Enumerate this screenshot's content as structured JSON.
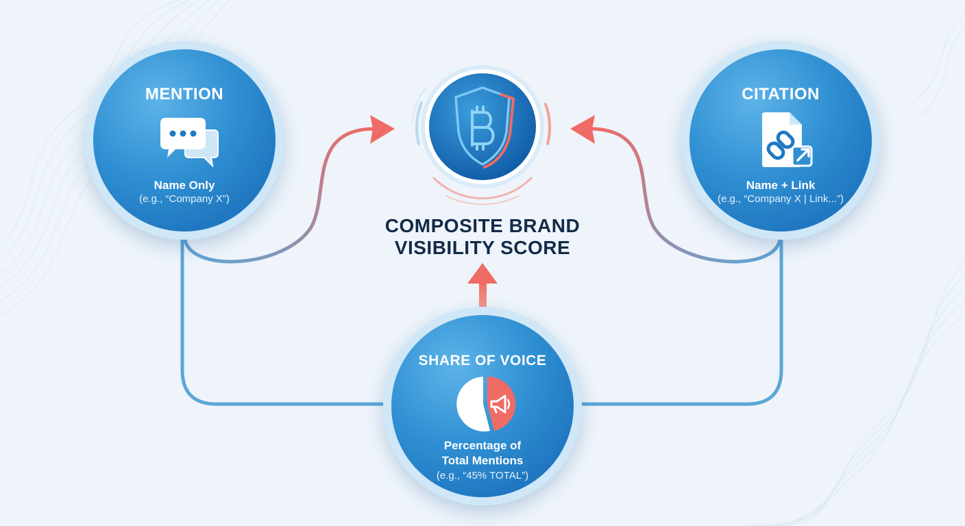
{
  "colors": {
    "node_light": "#5db3e8",
    "node_mid": "#2f8fd2",
    "node_dark": "#1565b4",
    "node_ring": "#cfe7f7",
    "connector_blue": "#5ba6d8",
    "arrow_red": "#ef6b65",
    "title_navy": "#142a48"
  },
  "center": {
    "title_line1": "COMPOSITE BRAND",
    "title_line2": "VISIBILITY SCORE",
    "emblem_icon": "bitcoin-shield-icon"
  },
  "nodes": {
    "mention": {
      "title": "MENTION",
      "label": "Name Only",
      "example": "(e.g., “Company X”)",
      "icon": "chat-bubbles-icon"
    },
    "citation": {
      "title": "CITATION",
      "label": "Name + Link",
      "example": "(e.g., “Company X | Link...”)",
      "icon": "document-link-icon"
    },
    "share_of_voice": {
      "title": "SHARE OF VOICE",
      "label_line1": "Percentage of",
      "label_line2": "Total Mentions",
      "example": "(e.g., “45% TOTAL”)",
      "icon": "pie-megaphone-icon"
    }
  }
}
